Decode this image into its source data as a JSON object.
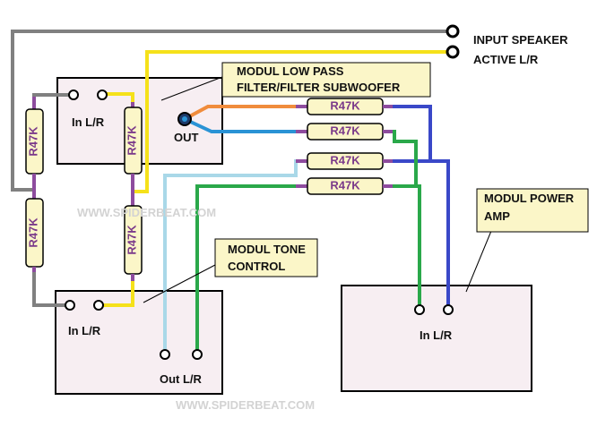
{
  "labels": {
    "input_line1": "INPUT SPEAKER",
    "input_line2": "ACTIVE L/R",
    "lowpass_line1": "MODUL LOW PASS",
    "lowpass_line2": "FILTER/FILTER SUBWOOFER",
    "lowpass_in": "In L/R",
    "lowpass_out": "OUT",
    "tone_line1": "MODUL TONE",
    "tone_line2": "CONTROL",
    "tone_in": "In L/R",
    "tone_out": "Out L/R",
    "power_line1": "MODUL POWER",
    "power_line2": "AMP",
    "power_in": "In L/R"
  },
  "resistors": {
    "r1": "R47K",
    "r2": "R47K",
    "r3": "R47K",
    "r4": "R47K",
    "h1": "R47K",
    "h2": "R47K",
    "h3": "R47K",
    "h4": "R47K"
  },
  "watermark": {
    "w1": "WWW.SPIDERBEAT.COM",
    "w2": "WWW.SPIDERBEAT.COM"
  },
  "colors": {
    "gray": "#808080",
    "yellow": "#f5e11a",
    "orange": "#f08c3c",
    "blue": "#2a93d5",
    "light_blue": "#a9d8e8",
    "green": "#2aa84a",
    "navy": "#3a48c8",
    "purple": "#8e4c9e"
  }
}
